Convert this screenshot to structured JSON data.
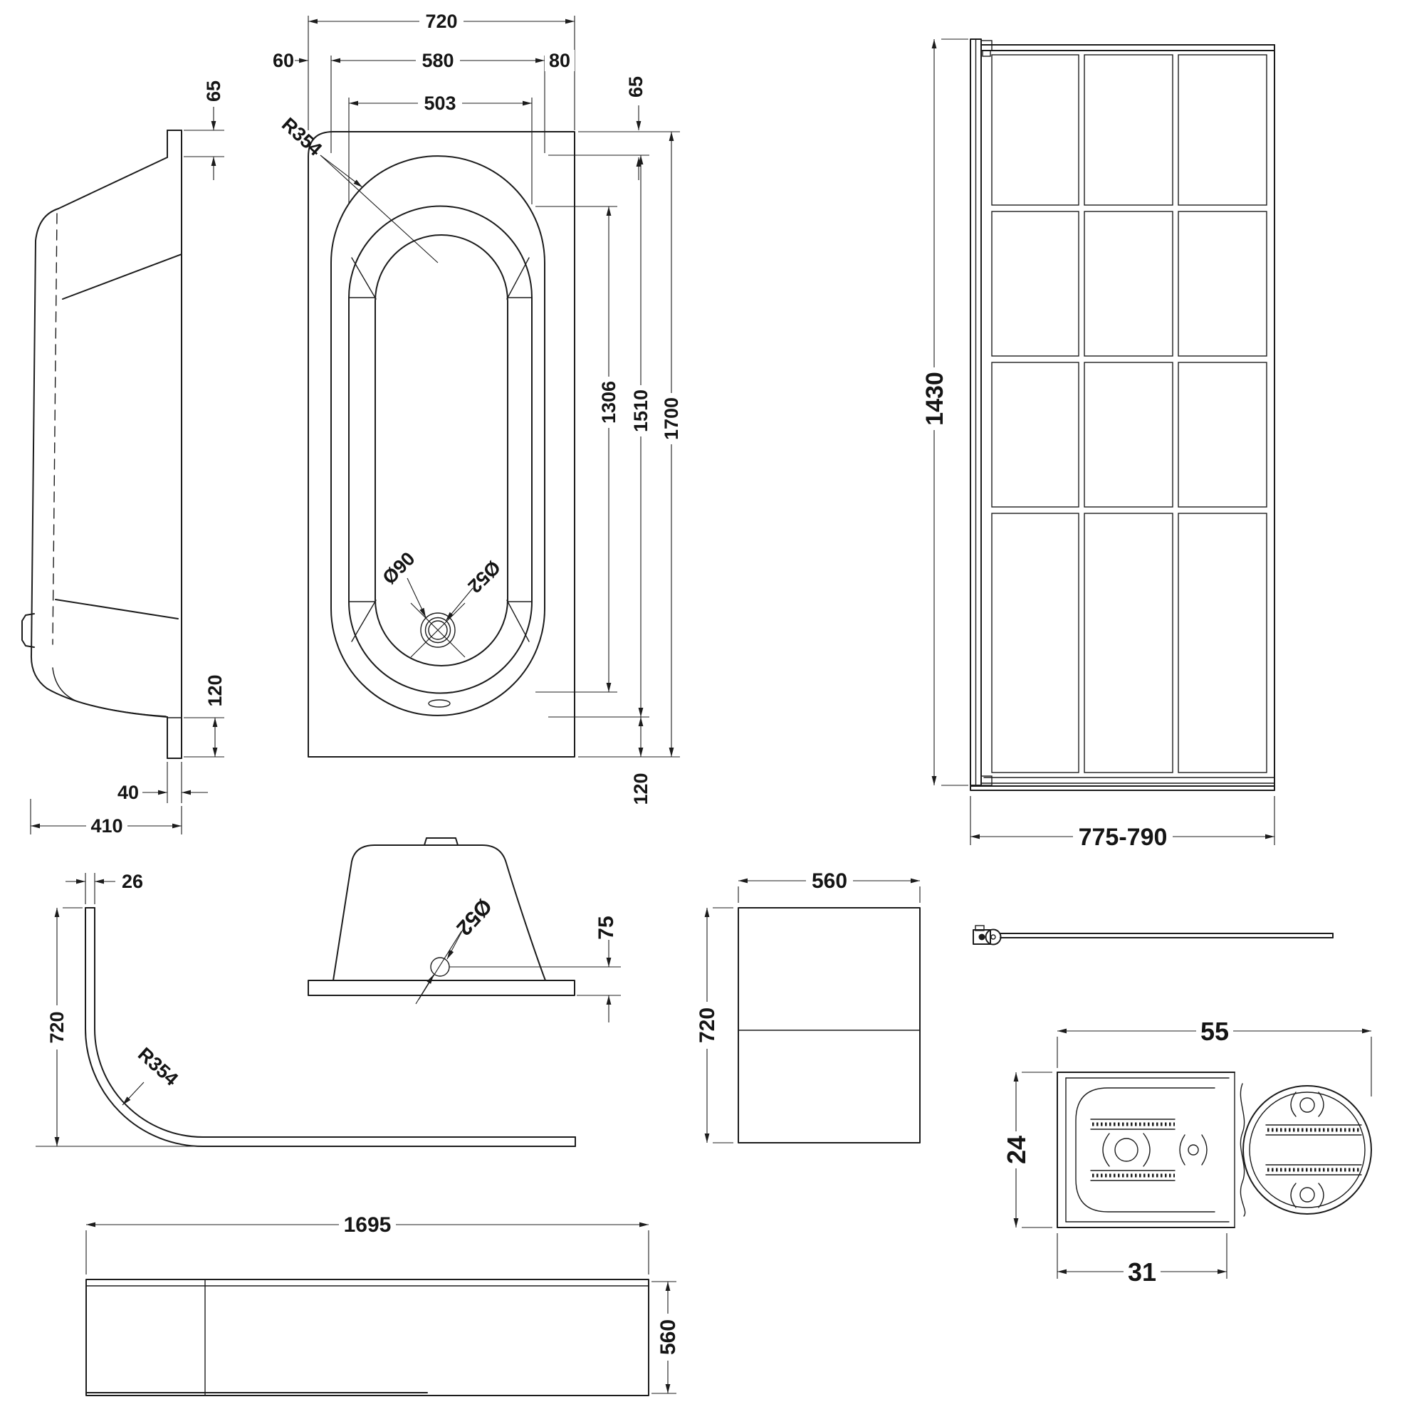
{
  "side_view": {
    "rim_lip": "65",
    "foot_height": "120",
    "foot_width": "40",
    "overall_depth": "410"
  },
  "plan_view": {
    "overall_width": "720",
    "left_offset": "60",
    "rim_width": "580",
    "right_offset": "80",
    "inner_width": "503",
    "top_offset": "65",
    "corner_radius": "R354",
    "basin_length": "1306",
    "inner_length": "1510",
    "overall_length": "1700",
    "bottom_offset": "120",
    "waste_outer_dia": "Ø90",
    "waste_inner_dia": "Ø52"
  },
  "shower_screen": {
    "height": "1430",
    "width_range": "775-790"
  },
  "curved_panel": {
    "thickness": "26",
    "height": "720",
    "corner_radius": "R354"
  },
  "waste_trap": {
    "hole_dia": "Ø52",
    "height": "75"
  },
  "end_panel": {
    "width": "560",
    "height": "720"
  },
  "front_panel": {
    "length": "1695",
    "height": "560"
  },
  "profile_section": {
    "overall_width": "55",
    "height": "24",
    "channel_width": "31"
  }
}
